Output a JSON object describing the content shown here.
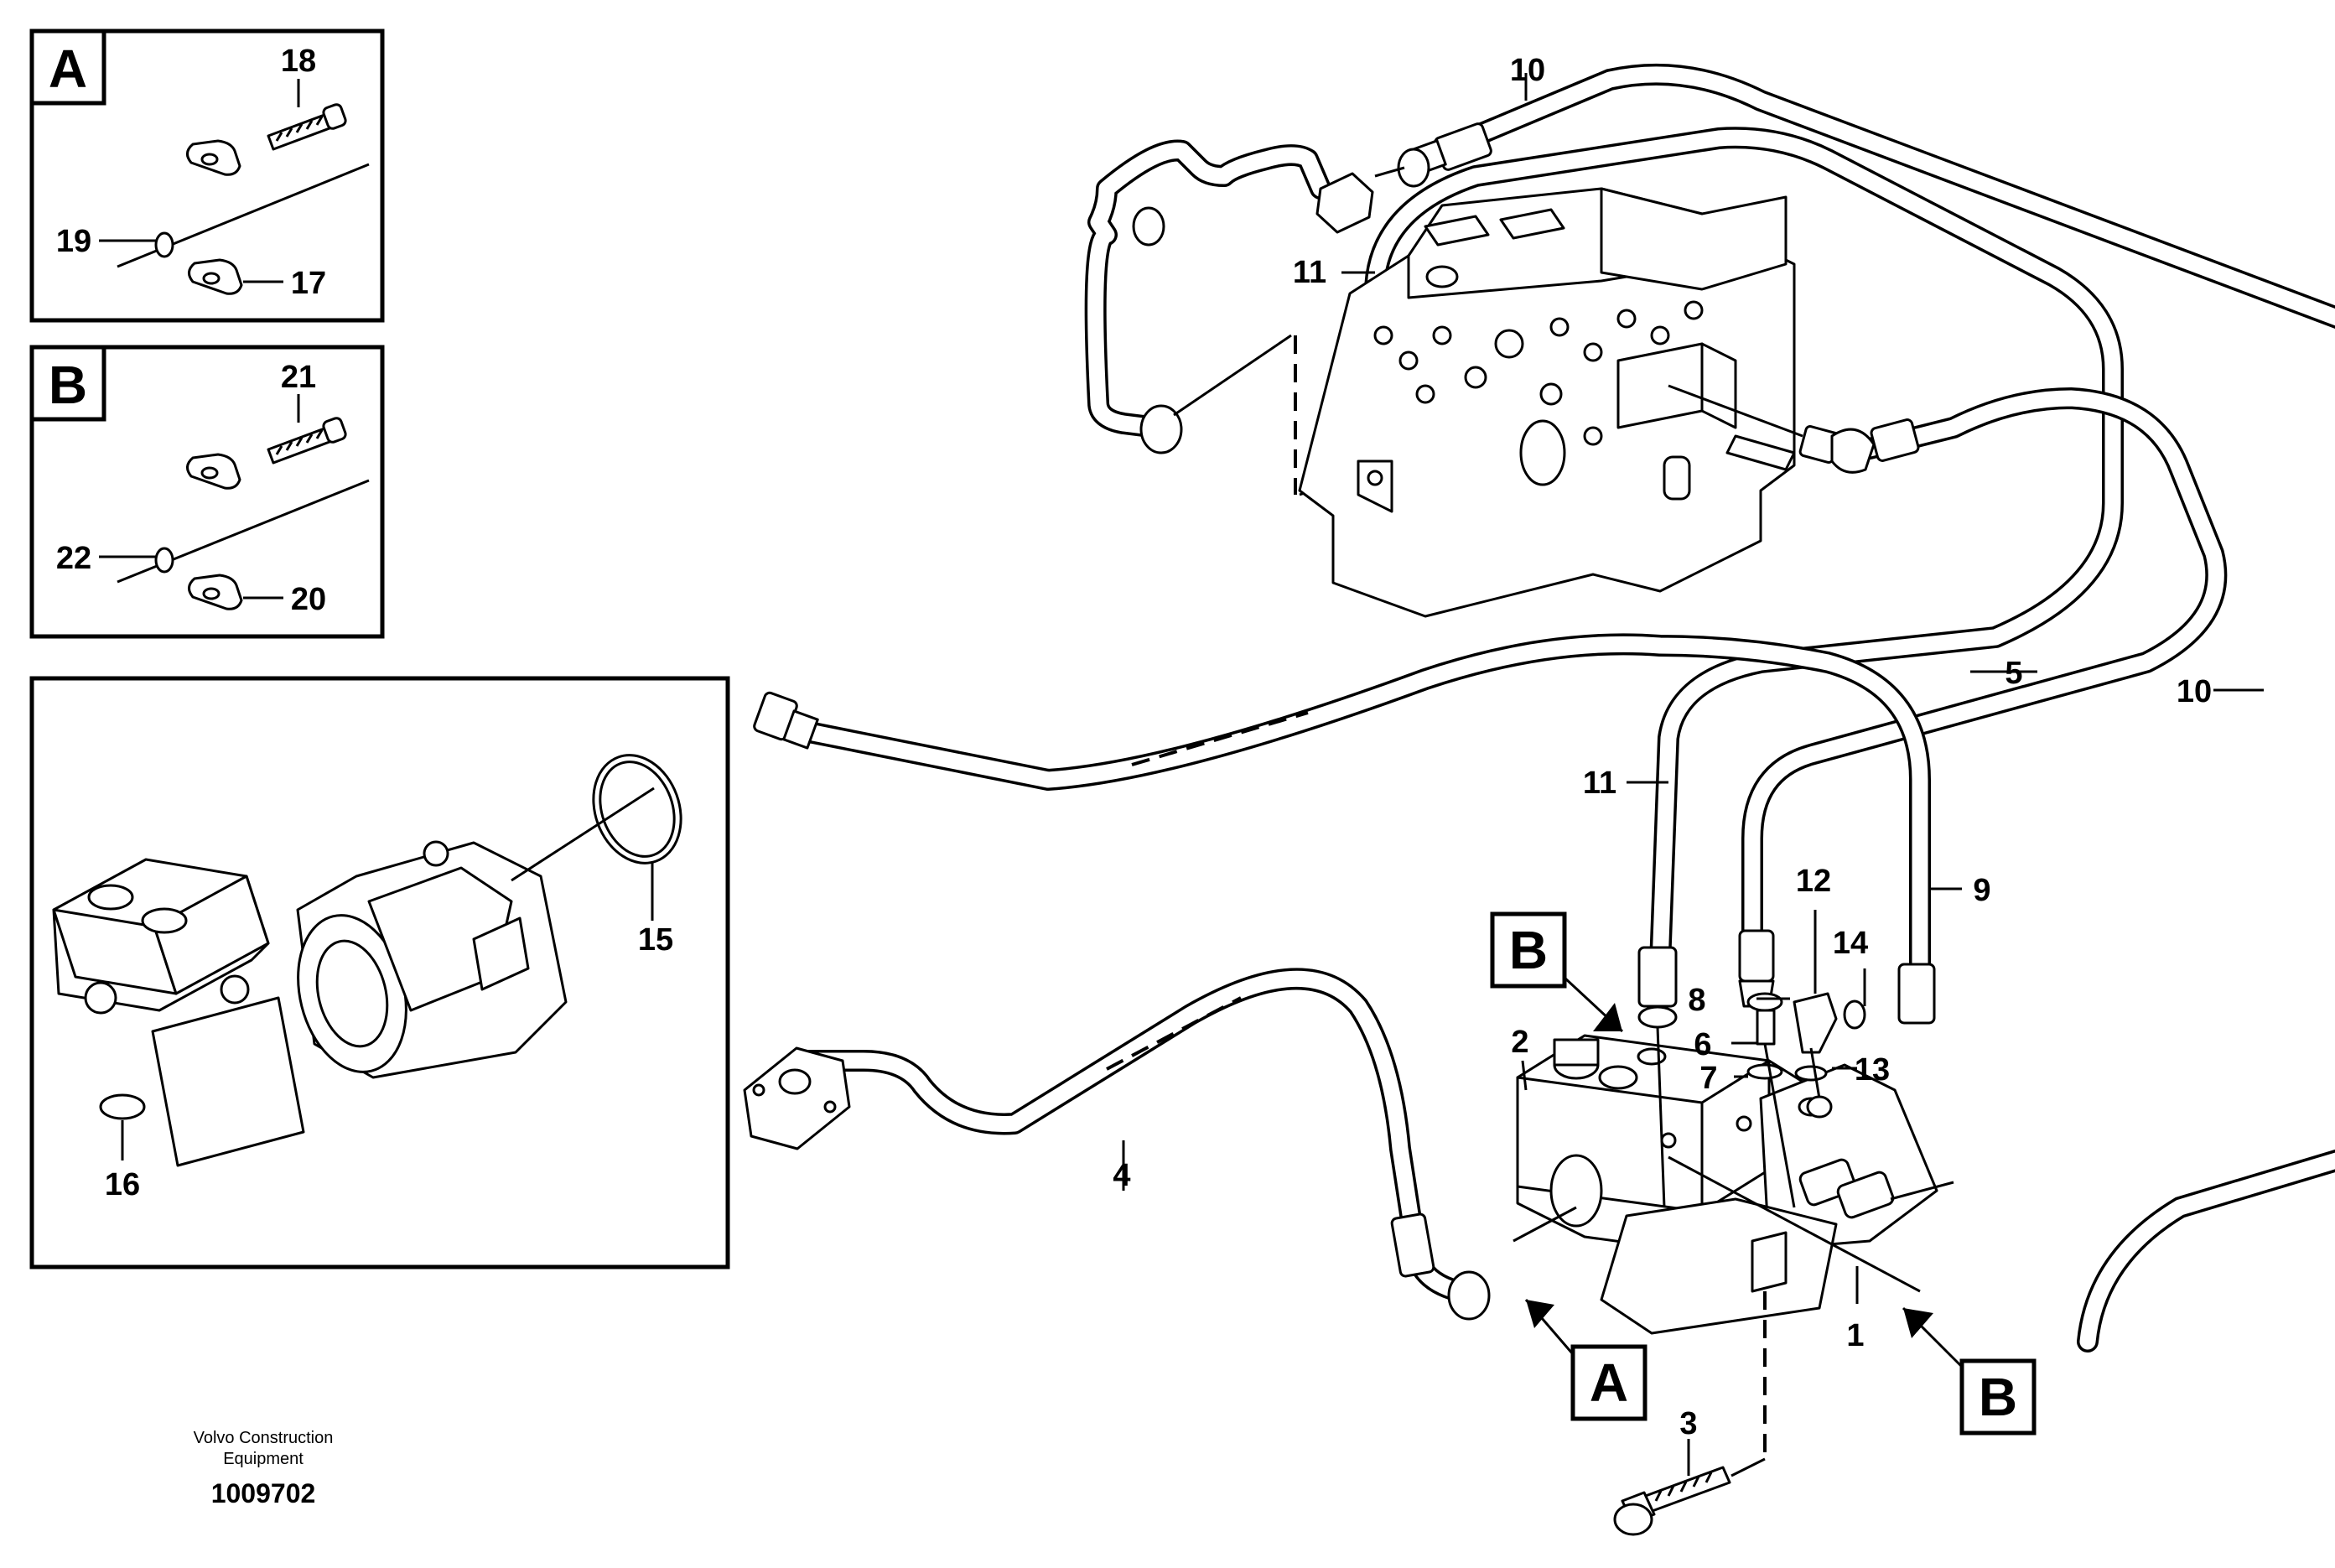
{
  "detail_boxes": {
    "A": {
      "letter": "A",
      "labels": [
        "18",
        "19",
        "17"
      ]
    },
    "B": {
      "letter": "B",
      "labels": [
        "21",
        "22",
        "20"
      ]
    },
    "pump": {
      "labels": [
        "15",
        "16"
      ]
    }
  },
  "callouts": {
    "l1": "1",
    "l2": "2",
    "l3": "3",
    "l4": "4",
    "l5": "5",
    "l6": "6",
    "l7": "7",
    "l8": "8",
    "l9": "9",
    "l10a": "10",
    "l10b": "10",
    "l11a": "11",
    "l11b": "11",
    "l12": "12",
    "l13": "13",
    "l14": "14"
  },
  "view_tags": {
    "B_top": "B",
    "A_bottom": "A",
    "B_bottom": "B"
  },
  "footer": {
    "company_line1": "Volvo Construction",
    "company_line2": "Equipment",
    "drawing_number": "1009702"
  }
}
